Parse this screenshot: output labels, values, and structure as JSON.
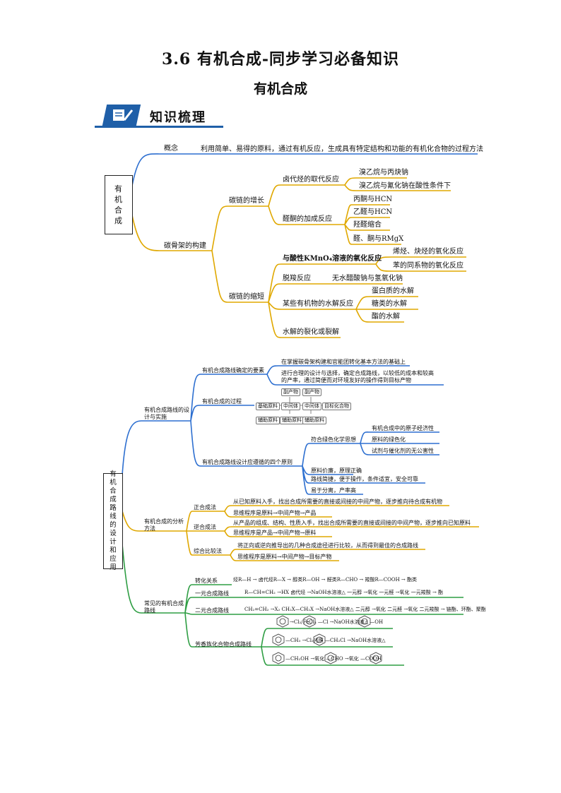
{
  "header": {
    "title": "3.6  有机合成-同步学习必备知识",
    "subtitle": "有机合成",
    "section": "知识梳理",
    "section_icon": "notebook-pencil-icon"
  },
  "map1": {
    "root": "有机合成",
    "concept_label": "概念",
    "concept_text": "利用简单、易得的原料，通过有机反应，生成具有特定结构和功能的有机化合物的过程方法",
    "skeleton": "碳骨架的构建",
    "grow": "碳链的增长",
    "halo": "卤代烃的取代反应",
    "halo_1": "溴乙烷与丙炔钠",
    "halo_2": "溴乙烷与氰化钠在酸性条件下",
    "ald": "醛酮的加成反应",
    "ald_1": "丙酮与HCN",
    "ald_2": "乙醛与HCN",
    "ald_3": "羟醛缩合",
    "ald_4": "醛、酮与RMgX",
    "short": "碳链的缩短",
    "kmno4": "与酸性KMnO₄溶液的氧化反应",
    "kmno4_1": "烯烃、炔烃的氧化反应",
    "kmno4_2": "苯的同系物的氧化反应",
    "decarb": "脱羧反应",
    "decarb_1": "无水醋酸钠与氢氧化钠",
    "hydro": "某些有机物的水解反应",
    "hydro_1": "蛋白质的水解",
    "hydro_2": "糖类的水解",
    "hydro_3": "酯的水解",
    "crack": "水解的裂化或裂解"
  },
  "map2": {
    "root": "有机合成路线的设计和应用",
    "design": "有机合成路线的设计与实施",
    "factors": "有机合成路线确定的要素",
    "factors_1": "在掌握碳骨架构建和官能团转化基本方法的基础上",
    "factors_2a": "进行合理的设计与选择，确定合成路线，以较低的成本和较高",
    "factors_2b": "的产率，通过简便而对环境友好的操作得到目标产物",
    "process": "有机合成的过程",
    "flow": {
      "byproduct": "副产物",
      "base": "基础原料",
      "mid": "中间体",
      "target": "目标化合物",
      "aux": "辅助原料"
    },
    "principles": "有机合成路线设计应遵循的四个原则",
    "green": "符合绿色化学思想",
    "green_1": "有机合成中的原子经济性",
    "green_2": "原料的绿色化",
    "green_3": "试剂与催化剂的无公害性",
    "p2": "原料价廉，原理正确",
    "p3": "路线简捷，便于操作，条件适宜，安全可靠",
    "p4": "易于分离，产率高",
    "analysis": "有机合成的分析方法",
    "forward": "正合成法",
    "forward_1": "从已知原料入手，找出合成所需要的直接或间接的中间产物，逐步推向待合成有机物",
    "forward_2": "思维程序是原料→中间产物→产品",
    "reverse": "逆合成法",
    "reverse_1": "从产品的组成、结构、性质入手，找出合成所需要的直接或间接的中间产物，逐步推向已知原料",
    "reverse_2": "思维程序是产品→中间产物→原料",
    "combined": "综合比较法",
    "combined_1": "将正向或逆向推导出的几种合成途径进行比较，从而得到最佳的合成路线",
    "combined_2": "思维程序是原料→中间产物→目标产物",
    "routes": "常见的有机合成路线",
    "conv": "转化关系",
    "conv_eq": "烃R—H → 卤代烃R—X → 醇类R—OH → 醛类R—CHO → 羧酸R—COOH → 酯类",
    "one": "一元合成路线",
    "one_eq": "R—CH=CH₂ →HX 卤代烃 →NaOH水溶液△ 一元醇 →氧化 一元醛 →氧化 一元羧酸 → 酯",
    "two": "二元合成路线",
    "two_eq": "CH₂=CH₂ →X₂ CH₂X—CH₂X →NaOH水溶液△ 二元醇 →氧化 二元醛 →氧化 二元羧酸 → 链酯、环酯、聚酯",
    "arom": "芳香族化合物合成路线",
    "arom_1": "→Cl₂/FeCl₃  —Cl  →NaOH水溶液△  —OH",
    "arom_2": "—CH₃  →Cl₂光照  —CH₂Cl  →NaOH水溶液△",
    "arom_3": "—CH₂OH  →氧化  —CHO  →氧化  —COOH"
  }
}
